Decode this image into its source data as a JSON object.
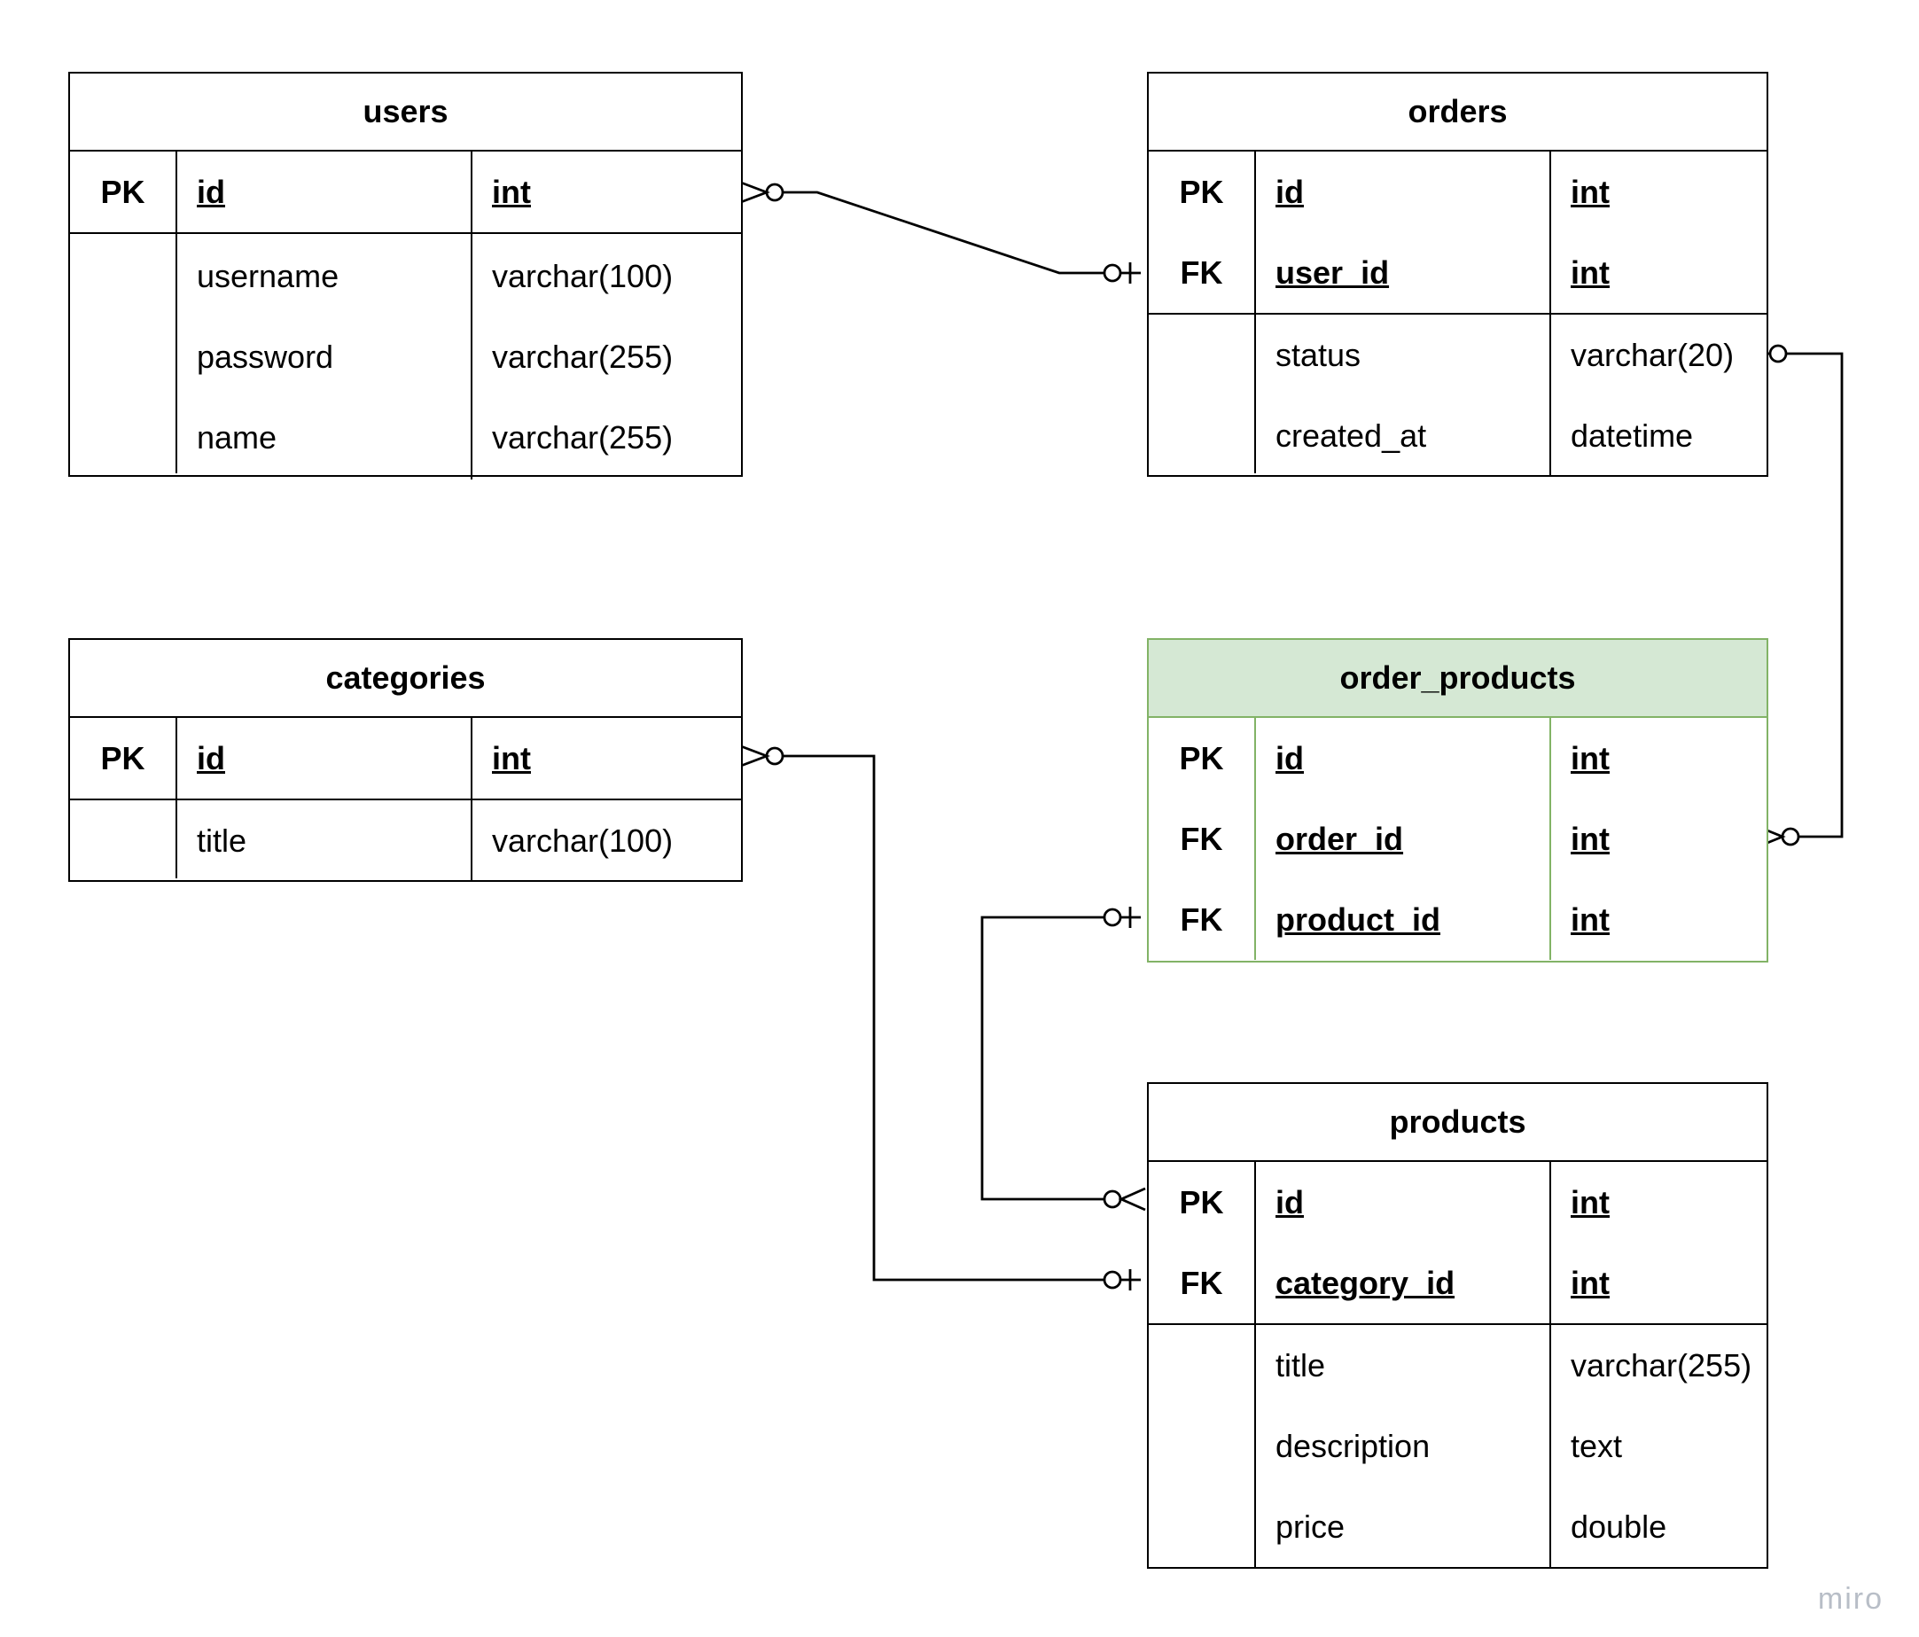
{
  "diagram": {
    "entities": [
      {
        "id": "users",
        "title": "users",
        "keys": [
          {
            "key": "PK",
            "name": "id",
            "type": "int"
          }
        ],
        "fields": [
          {
            "name": "username",
            "type": "varchar(100)"
          },
          {
            "name": "password",
            "type": "varchar(255)"
          },
          {
            "name": "name",
            "type": "varchar(255)"
          }
        ]
      },
      {
        "id": "orders",
        "title": "orders",
        "keys": [
          {
            "key": "PK",
            "name": "id",
            "type": "int"
          },
          {
            "key": "FK",
            "name": "user_id",
            "type": "int"
          }
        ],
        "fields": [
          {
            "name": "status",
            "type": "varchar(20)"
          },
          {
            "name": "created_at",
            "type": "datetime"
          }
        ]
      },
      {
        "id": "categories",
        "title": "categories",
        "keys": [
          {
            "key": "PK",
            "name": "id",
            "type": "int"
          }
        ],
        "fields": [
          {
            "name": "title",
            "type": "varchar(100)"
          }
        ]
      },
      {
        "id": "order_products",
        "title": "order_products",
        "keys": [
          {
            "key": "PK",
            "name": "id",
            "type": "int"
          },
          {
            "key": "FK",
            "name": "order_id",
            "type": "int"
          },
          {
            "key": "FK",
            "name": "product_id",
            "type": "int"
          }
        ],
        "fields": []
      },
      {
        "id": "products",
        "title": "products",
        "keys": [
          {
            "key": "PK",
            "name": "id",
            "type": "int"
          },
          {
            "key": "FK",
            "name": "category_id",
            "type": "int"
          }
        ],
        "fields": [
          {
            "name": "title",
            "type": "varchar(255)"
          },
          {
            "name": "description",
            "type": "text"
          },
          {
            "name": "price",
            "type": "double"
          }
        ]
      }
    ],
    "relationships": [
      {
        "from": "users.id",
        "from_end": "zero-or-many",
        "to": "orders.user_id",
        "to_end": "zero-or-one"
      },
      {
        "from": "orders.status",
        "from_end": "zero-or-one",
        "to": "order_products.order_id",
        "to_end": "zero-or-many"
      },
      {
        "from": "categories.id",
        "from_end": "zero-or-many",
        "to": "products.category_id",
        "to_end": "zero-or-one"
      },
      {
        "from": "order_products.product_id",
        "from_end": "zero-or-one",
        "to": "products.id",
        "to_end": "zero-or-many"
      }
    ],
    "join_table_color": "#d5e8d4",
    "join_border_color": "#82b366",
    "line_color": "#000000"
  },
  "watermark": "miro"
}
